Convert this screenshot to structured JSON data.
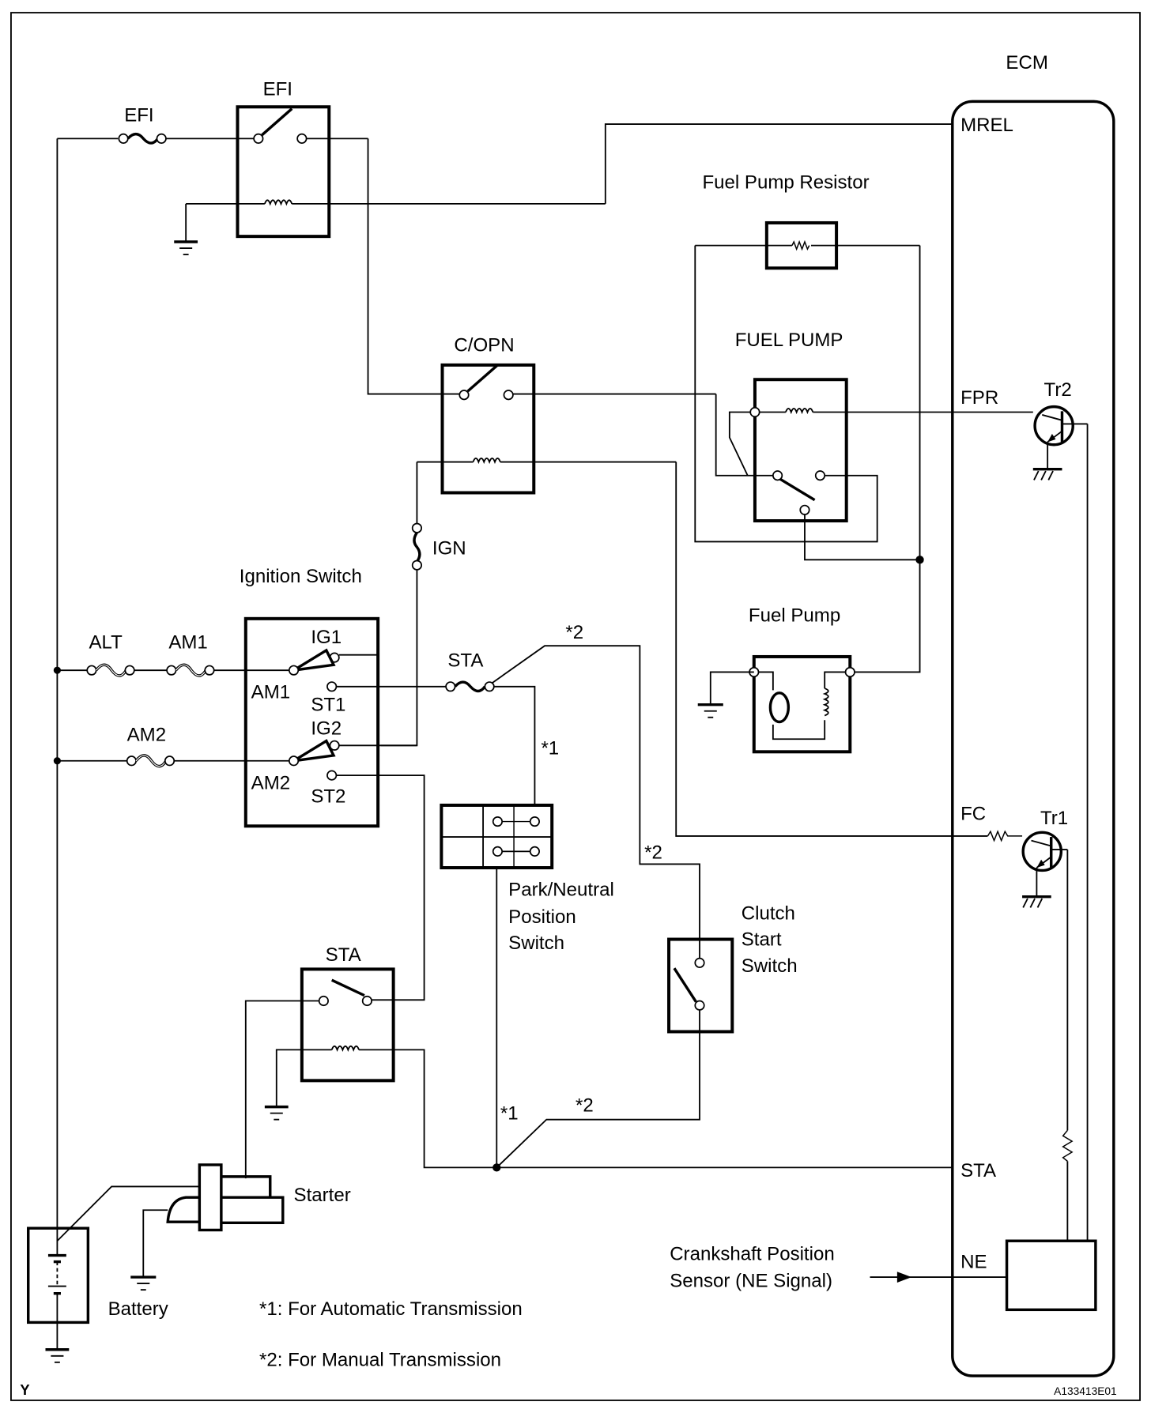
{
  "diagram": {
    "type": "wiring-diagram",
    "corner_letter": "Y",
    "figure_id": "A133413E01",
    "ecm": {
      "label": "ECM",
      "terminals": [
        "MREL",
        "FPR",
        "FC",
        "STA",
        "NE"
      ],
      "transistors": [
        "Tr2",
        "Tr1"
      ]
    },
    "components": {
      "efi_fuse": "EFI",
      "efi_relay": "EFI",
      "copn_relay": "C/OPN",
      "ign_fuse": "IGN",
      "fuel_pump_resistor": "Fuel Pump Resistor",
      "fuel_pump_relay": "FUEL PUMP",
      "fuel_pump_motor": "Fuel Pump",
      "ignition_switch": "Ignition Switch",
      "alt_fuse": "ALT",
      "am1_fuse": "AM1",
      "am2_fuse": "AM2",
      "sta_fuse": "STA",
      "sta_relay": "STA",
      "park_neutral_switch": [
        "Park/Neutral",
        "Position",
        "Switch"
      ],
      "clutch_start_switch": [
        "Clutch",
        "Start",
        "Switch"
      ],
      "starter": "Starter",
      "battery": "Battery",
      "crankshaft_sensor": [
        "Crankshaft Position",
        "Sensor (NE Signal)"
      ]
    },
    "ignition_switch_terminals": {
      "ig1": "IG1",
      "am1": "AM1",
      "st1": "ST1",
      "ig2": "IG2",
      "am2": "AM2",
      "st2": "ST2"
    },
    "branch_marks": {
      "at": "*1",
      "mt": "*2"
    },
    "notes": [
      "*1: For Automatic Transmission",
      "*2: For Manual Transmission"
    ]
  }
}
